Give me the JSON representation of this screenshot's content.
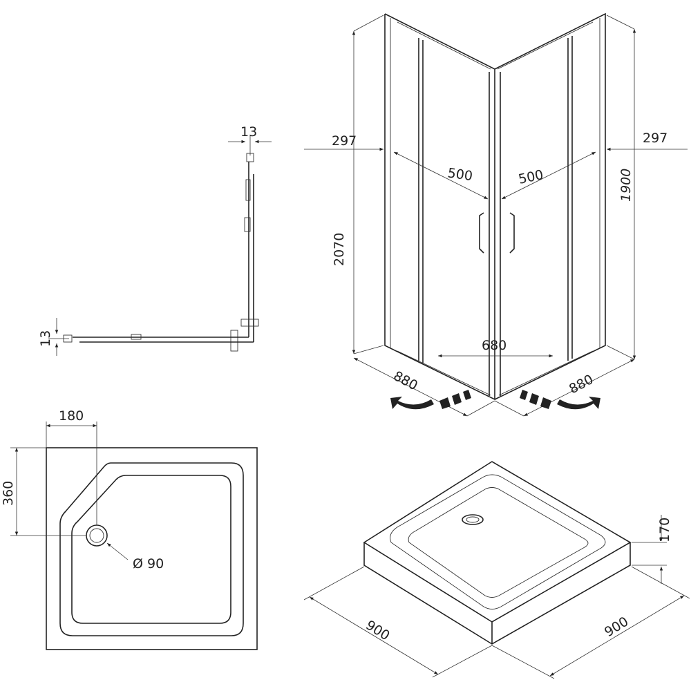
{
  "dimensions": {
    "profile_top": "13",
    "profile_left": "13",
    "offset_left": "297",
    "offset_right": "297",
    "door_left": "500",
    "door_right": "500",
    "total_height": "2070",
    "glass_height": "1900",
    "entry_width": "680",
    "side_left": "880",
    "side_right": "880",
    "drain_offset_x": "180",
    "drain_offset_y": "360",
    "drain_diameter": "Ø 90",
    "tray_height": "170",
    "tray_width_left": "900",
    "tray_width_right": "900"
  },
  "colors": {
    "line": "#222222",
    "background": "#ffffff"
  }
}
